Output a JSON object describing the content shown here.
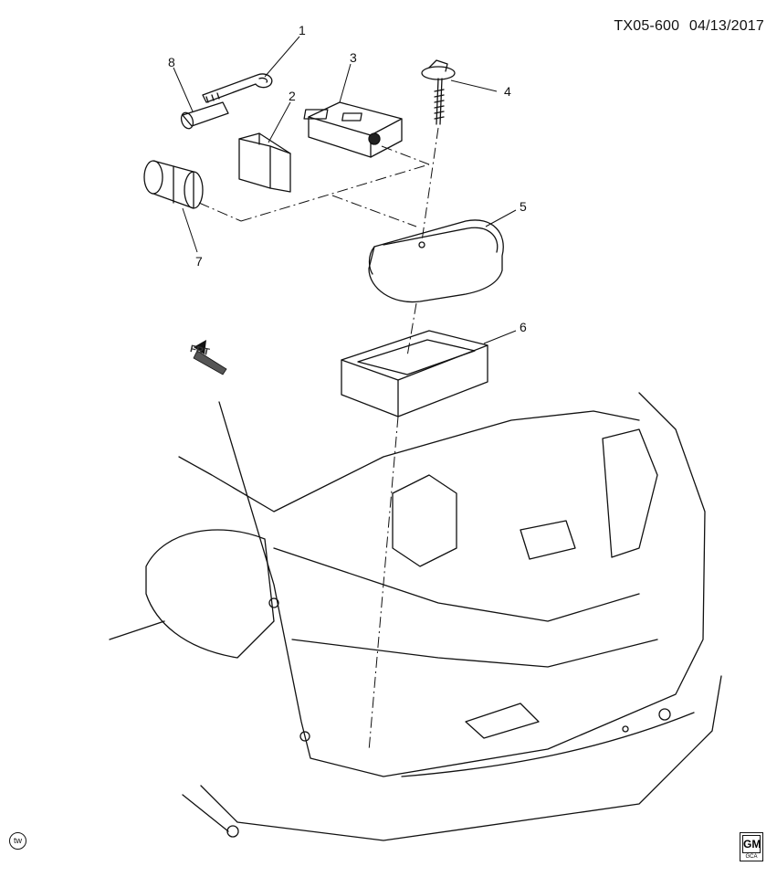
{
  "diagram": {
    "code": "TX05-600",
    "date": "04/13/2017",
    "front_label": "FRT",
    "tw_logo": "tw",
    "gm_logo": "GM",
    "gm_sub": "GCA",
    "callouts": [
      {
        "id": "c1",
        "label": "1"
      },
      {
        "id": "c2",
        "label": "2"
      },
      {
        "id": "c3",
        "label": "3"
      },
      {
        "id": "c4",
        "label": "4"
      },
      {
        "id": "c5",
        "label": "5"
      },
      {
        "id": "c6",
        "label": "6"
      },
      {
        "id": "c7",
        "label": "7"
      },
      {
        "id": "c8",
        "label": "8"
      }
    ]
  }
}
